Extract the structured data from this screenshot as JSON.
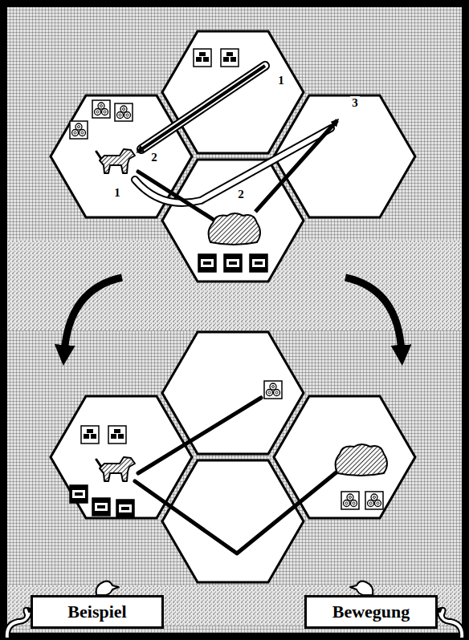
{
  "diagram": {
    "nodes": [
      {
        "text": [
          "Beispiel"
        ]
      },
      {
        "text": [
          "Bewegung"
        ]
      }
    ],
    "labels": [
      "1",
      "2",
      "1",
      "2",
      "3"
    ]
  }
}
